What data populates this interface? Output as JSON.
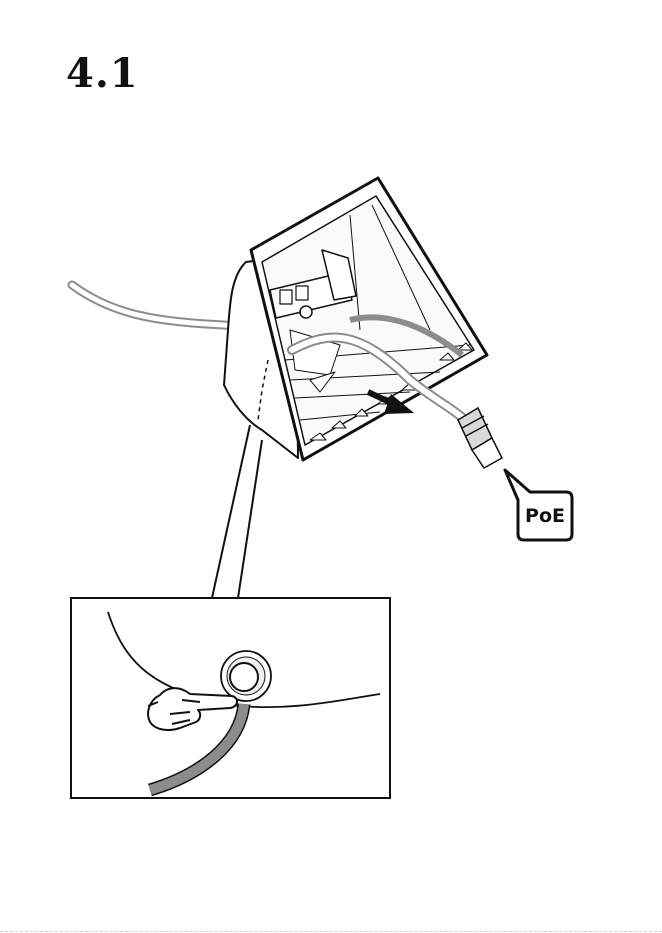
{
  "step": {
    "number": "4.1"
  },
  "badge": {
    "label": "PoE"
  },
  "icons": {
    "device": "pedestal-housing-illustration",
    "cable": "network-cable",
    "connector": "rj45-plug-icon",
    "arrow": "pull-direction-arrow-icon",
    "hand": "pointing-hand-icon",
    "grommet": "cable-grommet-icon"
  },
  "colors": {
    "line": "#111111",
    "cable": "#8c8c8c",
    "cable_fill": "#bdbdbd"
  }
}
